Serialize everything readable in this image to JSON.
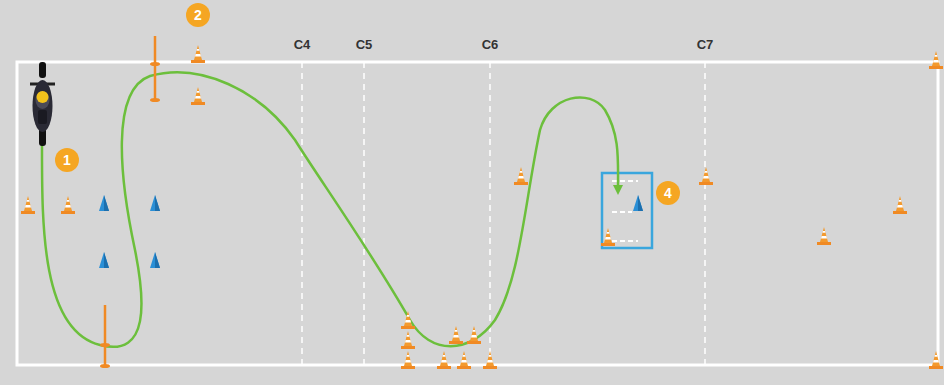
{
  "diagram": {
    "nodes": [
      {
        "text": [
          "2"
        ]
      },
      {
        "text": [
          "1"
        ]
      },
      {
        "text": [
          "4"
        ]
      }
    ],
    "labels": [
      "C4",
      "C5",
      "C6",
      "C7"
    ]
  }
}
